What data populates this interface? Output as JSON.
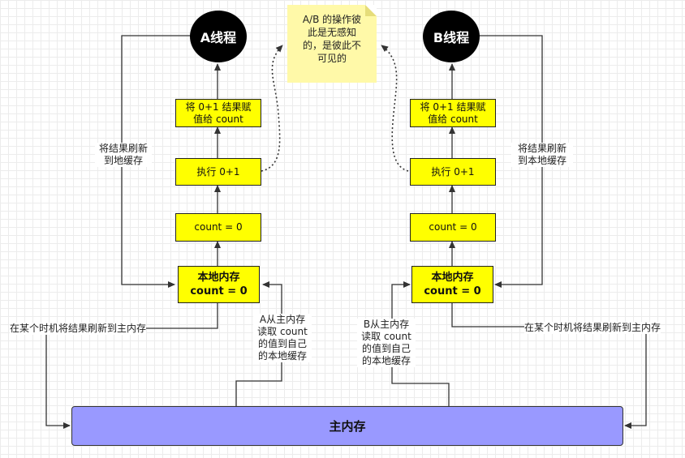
{
  "thread_a": {
    "title": "A线程",
    "assign_lines": [
      "将 0+1 结果赋",
      "值给 count"
    ],
    "execute": "执行 0+1",
    "count": "count = 0",
    "local_lines": [
      "本地内存",
      "count = 0"
    ],
    "flush_label_lines": [
      "将结果刷新",
      "到地缓存"
    ],
    "sync_label": "在某个时机将结果刷新到主内存",
    "read_label_lines": [
      "A从主内存",
      "读取 count",
      "的值到自己",
      "的本地缓存"
    ]
  },
  "thread_b": {
    "title": "B线程",
    "assign_lines": [
      "将 0+1 结果赋",
      "值给 count"
    ],
    "execute": "执行 0+1",
    "count": "count = 0",
    "local_lines": [
      "本地内存",
      "count = 0"
    ],
    "flush_label_lines": [
      "将结果刷新",
      "到本地缓存"
    ],
    "sync_label": "在某个时机将结果刷新到主内存",
    "read_label_lines": [
      "B从主内存",
      "读取 count",
      "的值到自己",
      "的本地缓存"
    ]
  },
  "note_lines": [
    "A/B 的操作彼",
    "此是无感知",
    "的，是彼此不",
    "可见的"
  ],
  "main_memory": "主内存",
  "colors": {
    "process_box": "#ffff00",
    "note": "#fff9a8",
    "main_memory": "#9999ff",
    "thread_circle": "#000000"
  }
}
